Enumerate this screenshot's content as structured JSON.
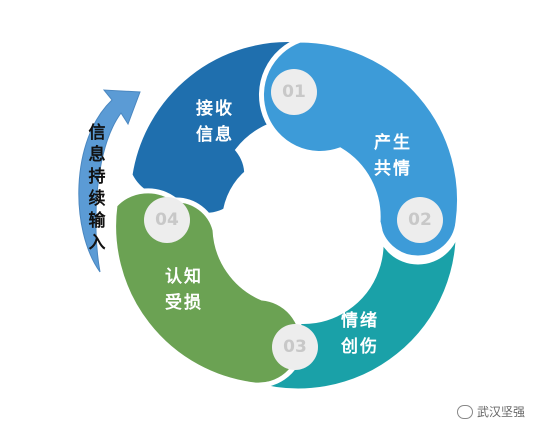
{
  "segments": [
    {
      "number": "01",
      "line1": "接收",
      "line2": "信息",
      "color": "#1f6fae"
    },
    {
      "number": "02",
      "line1": "产生",
      "line2": "共情",
      "color": "#3d9bd8"
    },
    {
      "number": "03",
      "line1": "情绪",
      "line2": "创伤",
      "color": "#1aa1a8"
    },
    {
      "number": "04",
      "line1": "认知",
      "line2": "受损",
      "color": "#6ba253"
    }
  ],
  "side_arrow": {
    "text": "信息持续输入",
    "color": "#5b9bd5"
  },
  "watermark": {
    "text": "武汉坚强"
  }
}
